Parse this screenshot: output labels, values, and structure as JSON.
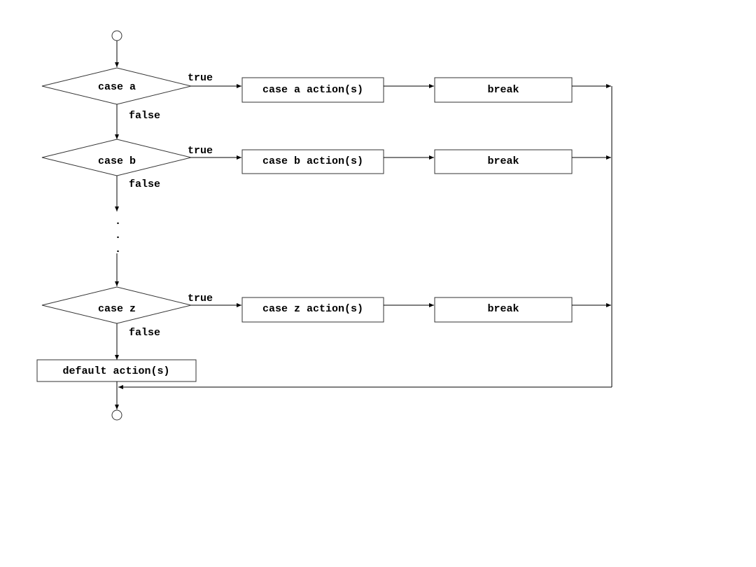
{
  "flowchart": {
    "decisions": [
      {
        "label": "case a",
        "true_label": "true",
        "false_label": "false"
      },
      {
        "label": "case b",
        "true_label": "true",
        "false_label": "false"
      },
      {
        "label": "case z",
        "true_label": "true",
        "false_label": "false"
      }
    ],
    "actions": [
      {
        "label": "case a action(s)"
      },
      {
        "label": "case b action(s)"
      },
      {
        "label": "case z action(s)"
      }
    ],
    "breaks": [
      {
        "label": "break"
      },
      {
        "label": "break"
      },
      {
        "label": "break"
      }
    ],
    "default_action": "default action(s)",
    "ellipsis_dots": [
      ".",
      ".",
      "."
    ]
  }
}
